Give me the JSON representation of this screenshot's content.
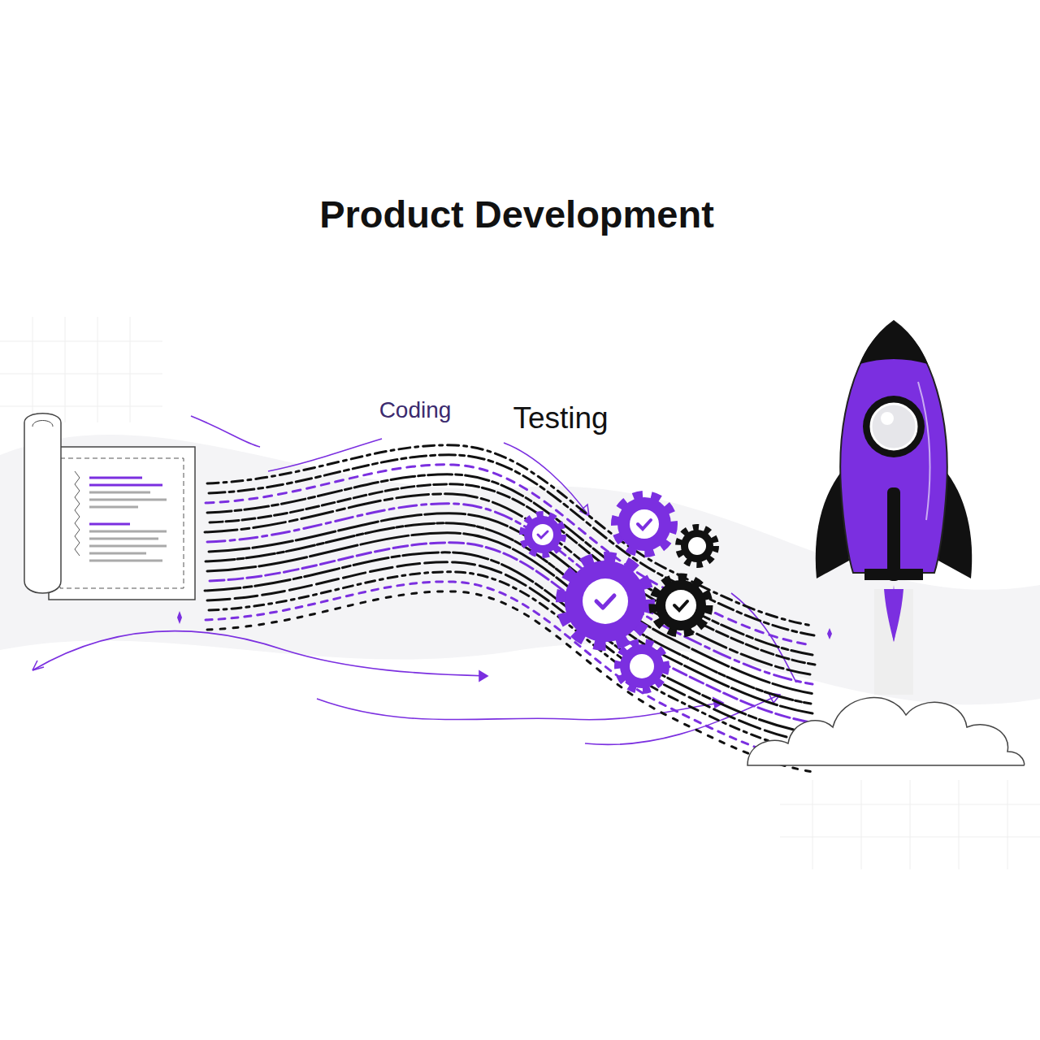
{
  "diagram": {
    "title": "Product Development",
    "labels": [
      "Coding",
      "Testing"
    ]
  }
}
